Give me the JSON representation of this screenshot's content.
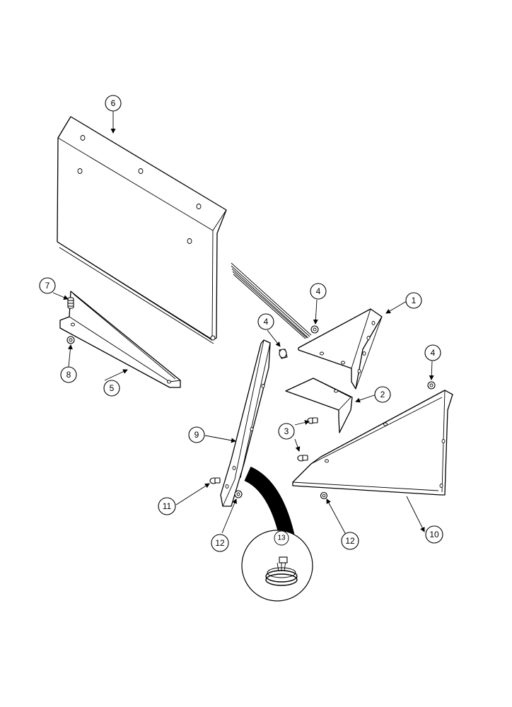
{
  "callouts": {
    "c1": "1",
    "c2": "2",
    "c3": "3",
    "c4a": "4",
    "c4b": "4",
    "c4c": "4",
    "c5": "5",
    "c6": "6",
    "c7": "7",
    "c8": "8",
    "c9": "9",
    "c10": "10",
    "c11": "11",
    "c12a": "12",
    "c12b": "12",
    "c13": "13"
  }
}
